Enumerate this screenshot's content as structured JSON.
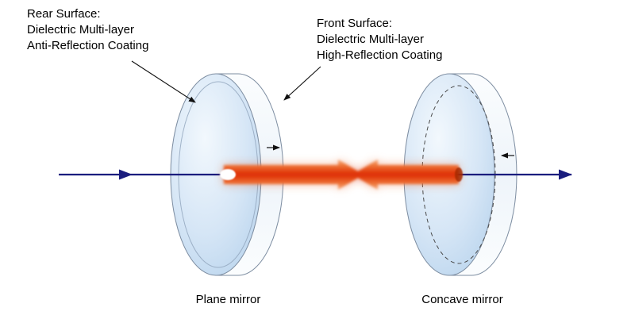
{
  "labels": {
    "rear_surface": [
      "Rear Surface:",
      "Dielectric Multi-layer",
      "Anti-Reflection Coating"
    ],
    "front_surface": [
      "Front Surface:",
      "Dielectric Multi-layer",
      "High-Reflection Coating"
    ],
    "plane_mirror_caption": "Plane mirror",
    "concave_mirror_caption": "Concave mirror"
  },
  "colors": {
    "axis_blue": "#1a1d7e",
    "beam_core_red": "#e03508",
    "beam_edge_orange": "#f7b187",
    "mirror_face_blue": "#cfe2f4",
    "mirror_rim_white": "#f6fafd",
    "outline_gray": "#7d8da1",
    "dashed_line_gray": "#4a4a4a",
    "text_black": "#000000"
  }
}
